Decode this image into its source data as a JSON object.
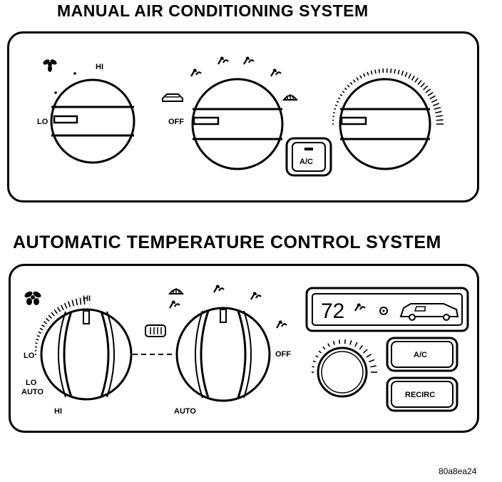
{
  "manual_system": {
    "title": "MANUAL AIR CONDITIONING SYSTEM",
    "fan_knob": {
      "hi_label": "HI",
      "lo_label": "LO"
    },
    "mode_knob": {
      "off_label": "OFF"
    },
    "ac_button_label": "A/C",
    "icons": [
      "fan-icon",
      "vent-icon",
      "bi-level-icon",
      "floor-icon",
      "floor-defrost-icon",
      "defrost-icon",
      "recirc-car-icon"
    ]
  },
  "automatic_system": {
    "title": "AUTOMATIC TEMPERATURE CONTROL SYSTEM",
    "fan_knob": {
      "hi_label": "HI",
      "lo_label": "LO",
      "lo_auto_label_1": "LO",
      "lo_auto_label_2": "AUTO",
      "hi_bottom_label": "HI"
    },
    "mode_knob": {
      "auto_label": "AUTO",
      "off_label": "OFF"
    },
    "display": {
      "temperature": "72"
    },
    "ac_button_label": "A/C",
    "recirc_button_label": "RECIRC",
    "icons": [
      "fan-icon",
      "defrost-icon",
      "vent-icon",
      "bi-level-icon",
      "floor-icon",
      "rear-defrost-icon",
      "sun-sensor-icon",
      "car-icon"
    ]
  },
  "figure_code": "80a8ea24"
}
